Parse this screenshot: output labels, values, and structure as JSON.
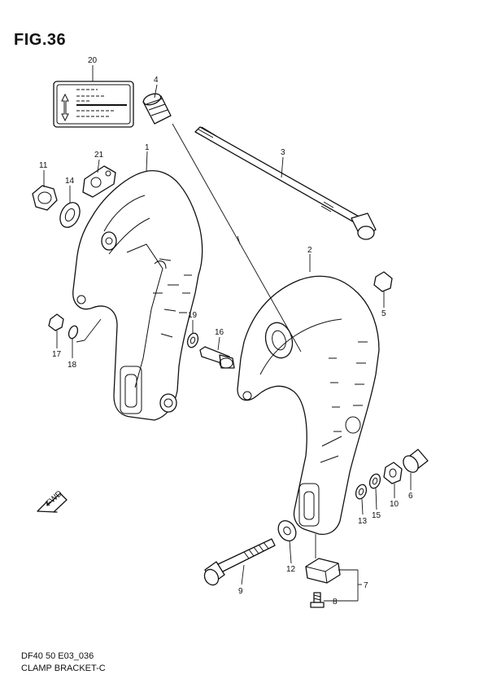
{
  "figure": {
    "title": "FIG.36",
    "code": "DF40 50 E03_036",
    "name": "CLAMP BRACKET-C"
  },
  "callouts": [
    {
      "id": "p1",
      "label": "1"
    },
    {
      "id": "p2",
      "label": "2"
    },
    {
      "id": "p3",
      "label": "3"
    },
    {
      "id": "p4",
      "label": "4"
    },
    {
      "id": "p5",
      "label": "5"
    },
    {
      "id": "p6",
      "label": "6"
    },
    {
      "id": "p7",
      "label": "7"
    },
    {
      "id": "p8",
      "label": "8"
    },
    {
      "id": "p9",
      "label": "9"
    },
    {
      "id": "p10",
      "label": "10"
    },
    {
      "id": "p11",
      "label": "11"
    },
    {
      "id": "p12",
      "label": "12"
    },
    {
      "id": "p13",
      "label": "13"
    },
    {
      "id": "p14",
      "label": "14"
    },
    {
      "id": "p15",
      "label": "15"
    },
    {
      "id": "p16",
      "label": "16"
    },
    {
      "id": "p17",
      "label": "17"
    },
    {
      "id": "p18",
      "label": "18"
    },
    {
      "id": "p19",
      "label": "19"
    },
    {
      "id": "p20",
      "label": "20"
    },
    {
      "id": "p21",
      "label": "21"
    }
  ],
  "fwd_label": "FWD",
  "icons": [
    "fwd-arrow-icon",
    "up-down-arrow-icon"
  ]
}
